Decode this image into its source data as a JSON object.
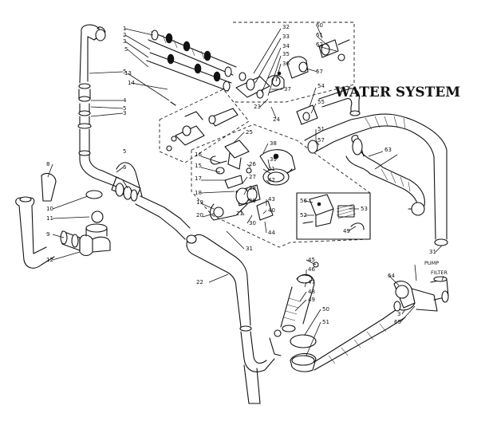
{
  "title": "WATER SYSTEM",
  "callouts": [
    {
      "id": "c1",
      "text": "1"
    },
    {
      "id": "c2",
      "text": "2"
    },
    {
      "id": "c3",
      "text": "3"
    },
    {
      "id": "c4",
      "text": "5"
    },
    {
      "id": "c5",
      "text": "13"
    },
    {
      "id": "c6",
      "text": "14"
    },
    {
      "id": "c7",
      "text": "5"
    },
    {
      "id": "c8",
      "text": "4"
    },
    {
      "id": "c9",
      "text": "5"
    },
    {
      "id": "c10",
      "text": "3"
    },
    {
      "id": "c11",
      "text": "5"
    },
    {
      "id": "c12",
      "text": "6"
    },
    {
      "id": "c13",
      "text": "8"
    },
    {
      "id": "c14",
      "text": "10"
    },
    {
      "id": "c15",
      "text": "11"
    },
    {
      "id": "c16",
      "text": "9"
    },
    {
      "id": "c17",
      "text": "12"
    },
    {
      "id": "c18",
      "text": "32"
    },
    {
      "id": "c19",
      "text": "33"
    },
    {
      "id": "c20",
      "text": "34"
    },
    {
      "id": "c21",
      "text": "35"
    },
    {
      "id": "c22",
      "text": "36"
    },
    {
      "id": "c23",
      "text": "37"
    },
    {
      "id": "c24",
      "text": "60"
    },
    {
      "id": "c25",
      "text": "61"
    },
    {
      "id": "c26",
      "text": "62"
    },
    {
      "id": "c27",
      "text": "57"
    },
    {
      "id": "c28",
      "text": "23"
    },
    {
      "id": "c29",
      "text": "24"
    },
    {
      "id": "c30",
      "text": "54"
    },
    {
      "id": "c31",
      "text": "55"
    },
    {
      "id": "c32",
      "text": "51"
    },
    {
      "id": "c33",
      "text": "57"
    },
    {
      "id": "c34",
      "text": "63"
    },
    {
      "id": "c35",
      "text": "25"
    },
    {
      "id": "c36",
      "text": "38"
    },
    {
      "id": "c37",
      "text": "39"
    },
    {
      "id": "c38",
      "text": "16"
    },
    {
      "id": "c39",
      "text": "15"
    },
    {
      "id": "c40",
      "text": "26"
    },
    {
      "id": "c41",
      "text": "17"
    },
    {
      "id": "c42",
      "text": "27"
    },
    {
      "id": "c43",
      "text": "18"
    },
    {
      "id": "c44",
      "text": "28"
    },
    {
      "id": "c45",
      "text": "19"
    },
    {
      "id": "c46",
      "text": "20"
    },
    {
      "id": "c47",
      "text": "21"
    },
    {
      "id": "c48",
      "text": "29"
    },
    {
      "id": "c49",
      "text": "30"
    },
    {
      "id": "c50",
      "text": "31"
    },
    {
      "id": "c51",
      "text": "41"
    },
    {
      "id": "c52",
      "text": "42"
    },
    {
      "id": "c53",
      "text": "43"
    },
    {
      "id": "c54",
      "text": "44"
    },
    {
      "id": "c55",
      "text": "56"
    },
    {
      "id": "c56",
      "text": "52"
    },
    {
      "id": "c57",
      "text": "53"
    },
    {
      "id": "c58",
      "text": "49"
    },
    {
      "id": "c59",
      "text": "40"
    },
    {
      "id": "c60",
      "text": "45"
    },
    {
      "id": "c61",
      "text": "46"
    },
    {
      "id": "c62",
      "text": "47"
    },
    {
      "id": "c63",
      "text": "48"
    },
    {
      "id": "c64",
      "text": "49"
    },
    {
      "id": "c65",
      "text": "22"
    },
    {
      "id": "c66",
      "text": "31"
    },
    {
      "id": "c67",
      "text": "64"
    },
    {
      "id": "c68",
      "text": "3"
    },
    {
      "id": "c69",
      "text": "65"
    },
    {
      "id": "c70",
      "text": "50"
    },
    {
      "id": "c71",
      "text": "51"
    }
  ],
  "labels": {
    "pump": "PUMP",
    "filter": "FILTER"
  }
}
